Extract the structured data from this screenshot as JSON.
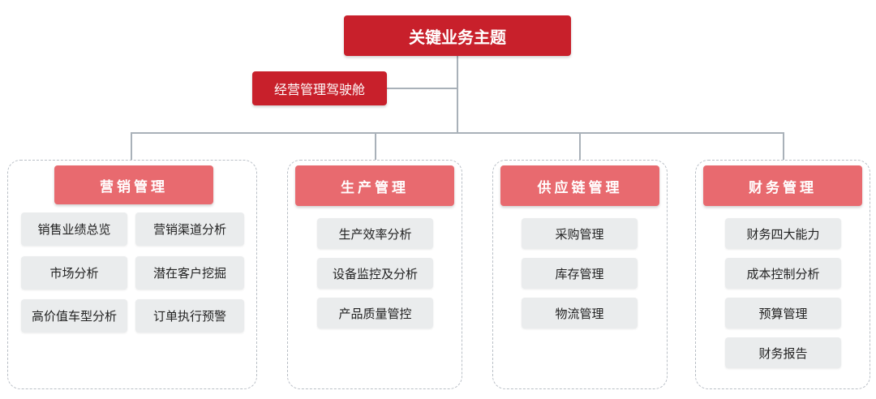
{
  "title": "关键业务主题",
  "cockpit": "经营管理驾驶舱",
  "groups": [
    {
      "header": "营销管理",
      "items": [
        "销售业绩总览",
        "营销渠道分析",
        "市场分析",
        "潜在客户挖掘",
        "高价值车型分析",
        "订单执行预警"
      ]
    },
    {
      "header": "生产管理",
      "items": [
        "生产效率分析",
        "设备监控及分析",
        "产品质量管控"
      ]
    },
    {
      "header": "供应链管理",
      "items": [
        "采购管理",
        "库存管理",
        "物流管理"
      ]
    },
    {
      "header": "财务管理",
      "items": [
        "财务四大能力",
        "成本控制分析",
        "预算管理",
        "财务报告"
      ]
    }
  ],
  "colors": {
    "primary_red": "#c8202b",
    "header_red": "#e86a6f",
    "item_gray": "#eaeced",
    "connector": "#a9b1b9"
  }
}
